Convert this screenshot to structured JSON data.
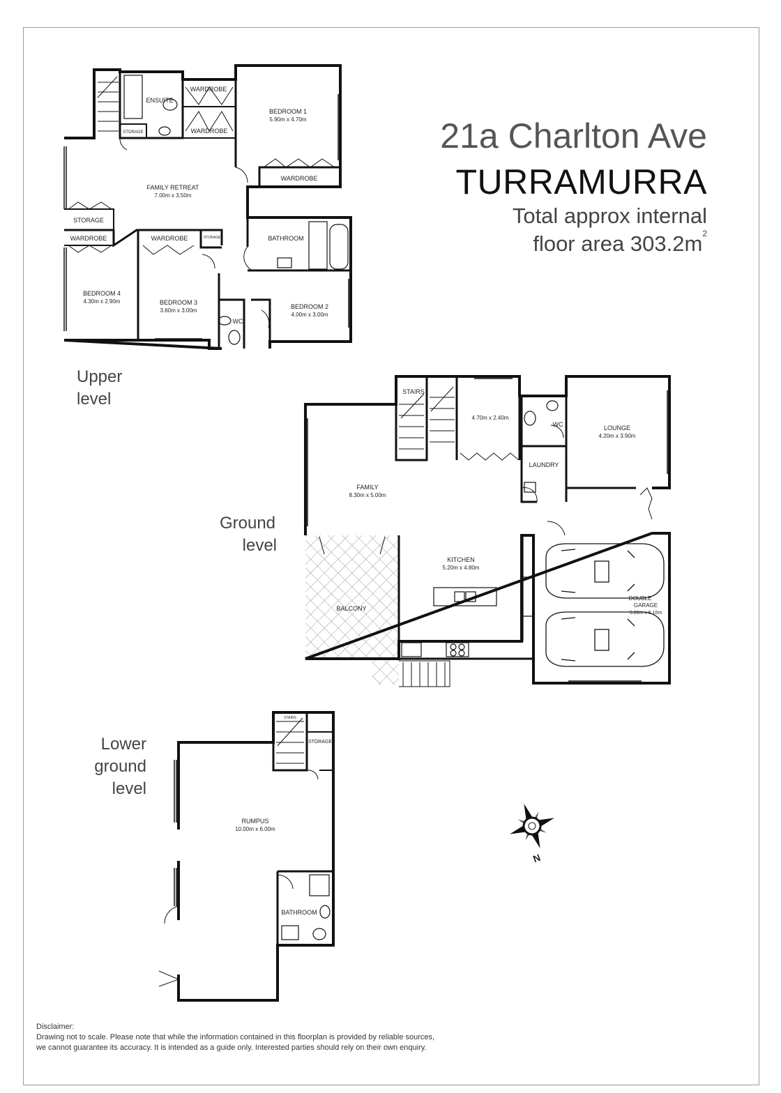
{
  "property": {
    "street": "21a Charlton Ave",
    "suburb": "TURRAMURRA",
    "area_line1": "Total approx internal",
    "area_line2": "floor area 303.2m",
    "area_unit_sup": "2"
  },
  "levels": {
    "upper": [
      "Upper",
      "level"
    ],
    "ground": [
      "Ground",
      "level"
    ],
    "lower": [
      "Lower",
      "ground",
      "level"
    ]
  },
  "upper_rooms": {
    "ensuite": "ENSUITE",
    "storage_small": "STORAGE",
    "wardrobe_a": "WARDROBE",
    "wardrobe_b": "WARDROBE",
    "bed1_name": "BEDROOM 1",
    "bed1_size": "5.90m x 4.70m",
    "wardrobe_bed1": "WARDROBE",
    "retreat_name": "FAMILY RETREAT",
    "retreat_size": "7.00m x 3.50m",
    "storage": "STORAGE",
    "wardrobe_bed4": "WARDROBE",
    "wardrobe_bed3": "WARDROBE",
    "storage_tiny": "STORAGE",
    "bathroom": "BATHROOM",
    "bed4_name": "BEDROOM 4",
    "bed4_size": "4.30m x 2.90m",
    "bed3_name": "BEDROOM 3",
    "bed3_size": "3.60m x 3.00m",
    "wc": "WC",
    "bed2_name": "BEDROOM 2",
    "bed2_size": "4.00m x 3.00m"
  },
  "ground_rooms": {
    "stairs": "STAIRS",
    "study_size": "4.70m x 2.40m",
    "wc": "WC",
    "lounge_name": "LOUNGE",
    "lounge_size": "4.20m x 3.90m",
    "laundry": "LAUNDRY",
    "family_name": "FAMILY",
    "family_size": "8.30m x 5.00m",
    "kitchen_name": "KITCHEN",
    "kitchen_size": "5.20m x 4.80m",
    "balcony": "BALCONY",
    "garage_line1": "DOUBLE",
    "garage_line2": "GARAGE",
    "garage_size": "5.60m x 5.10m"
  },
  "lower_rooms": {
    "stairs": "STAIRS",
    "storage": "STORAGE",
    "rumpus_name": "RUMPUS",
    "rumpus_size": "10.00m x 6.00m",
    "bathroom": "BATHROOM"
  },
  "compass": {
    "north_label": "N"
  },
  "disclaimer": {
    "heading": "Disclaimer:",
    "line1": "Drawing not to scale. Please note that while the information contained in this floorplan is provided by reliable sources,",
    "line2": "we cannot guarantee its accuracy. It is intended as a guide only. Interested parties should rely on their  own enquiry."
  },
  "colors": {
    "wall": "#111111",
    "balcony_hatch": "#9a9a9a",
    "frame": "#9a9a9a"
  }
}
